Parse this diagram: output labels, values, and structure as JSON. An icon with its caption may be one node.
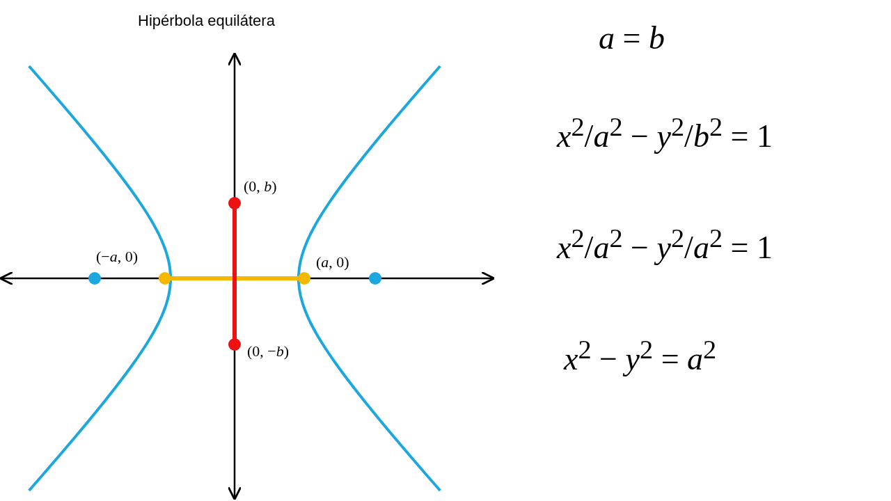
{
  "diagram": {
    "title": "Hipérbola equilátera",
    "labels": [
      "(0, *b*)",
      "(−*a*, 0)",
      "(*a*, 0)",
      "(0, −*b*)",
      "*a* = *b*",
      "*x*$^{2}$/*a*$^{2}$ − *y*$^{2}$/*b*$^{2}$ = 1",
      "*x*$^{2}$/*a*$^{2}$ − *y*$^{2}$/*a*$^{2}$ = 1",
      "*x*$^{2}$ − *y*$^{2}$ = *a*$^{2}$"
    ]
  }
}
